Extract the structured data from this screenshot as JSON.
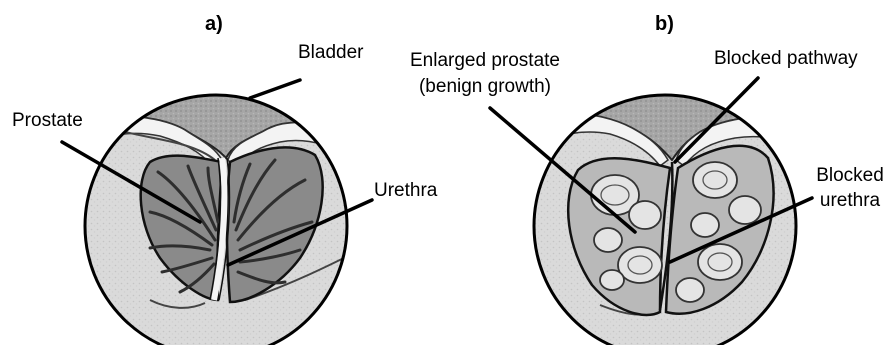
{
  "panels": {
    "a": {
      "label": "a)",
      "callouts": {
        "bladder": "Bladder",
        "prostate": "Prostate",
        "urethra": "Urethra"
      }
    },
    "b": {
      "label": "b)",
      "callouts": {
        "enlarged_line1": "Enlarged prostate",
        "enlarged_line2": "(benign growth)",
        "blocked_pathway": "Blocked pathway",
        "blocked_urethra_line1": "Blocked",
        "blocked_urethra_line2": "urethra"
      }
    }
  },
  "colors": {
    "outline": "#111111",
    "background_tissue": "#d8d8d8",
    "bladder": "#a9a9a9",
    "prostate_normal": "#8e8e8e",
    "prostate_enlarged": "#bdbdbd",
    "nodule": "#e6e6e6"
  }
}
